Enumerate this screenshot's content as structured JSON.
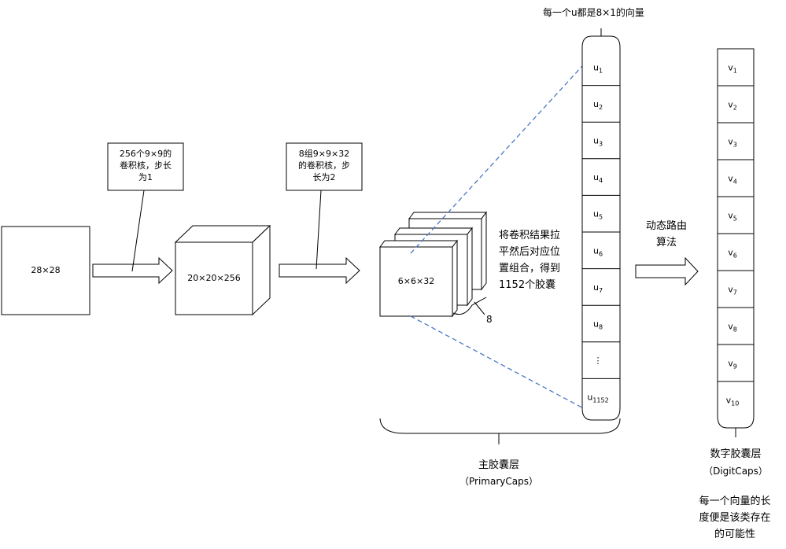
{
  "input_box": {
    "label": "28×28"
  },
  "conv1_note": {
    "text": "256个9×9的\n卷积核，步长\n为1"
  },
  "conv1_cube": {
    "label": "20×20×256"
  },
  "conv2_note": {
    "text": "8组9×9×32\n的卷积核，步\n长为2"
  },
  "primary_stack": {
    "label": "6×6×32",
    "count_label": "8"
  },
  "flatten_text": "将卷积结果拉\n平然后对应位\n置组合，得到\n1152个胶囊",
  "u_vector": {
    "title": "每一个u都是8×1的向量",
    "cells": [
      {
        "base": "u",
        "sub": "1"
      },
      {
        "base": "u",
        "sub": "2"
      },
      {
        "base": "u",
        "sub": "3"
      },
      {
        "base": "u",
        "sub": "4"
      },
      {
        "base": "u",
        "sub": "5"
      },
      {
        "base": "u",
        "sub": "6"
      },
      {
        "base": "u",
        "sub": "7"
      },
      {
        "base": "u",
        "sub": "8"
      },
      {
        "base": "⋮",
        "sub": ""
      },
      {
        "base": "u",
        "sub": "1152"
      }
    ]
  },
  "routing_text": "动态路由\n算法",
  "v_vector": {
    "cells": [
      {
        "base": "v",
        "sub": "1"
      },
      {
        "base": "v",
        "sub": "2"
      },
      {
        "base": "v",
        "sub": "3"
      },
      {
        "base": "v",
        "sub": "4"
      },
      {
        "base": "v",
        "sub": "5"
      },
      {
        "base": "v",
        "sub": "6"
      },
      {
        "base": "v",
        "sub": "7"
      },
      {
        "base": "v",
        "sub": "8"
      },
      {
        "base": "v",
        "sub": "9"
      },
      {
        "base": "v",
        "sub": "10"
      }
    ]
  },
  "primary_caps": {
    "label": "主胶囊层",
    "en": "（PrimaryCaps）"
  },
  "digit_caps": {
    "label": "数字胶囊层",
    "en": "（DigitCaps）"
  },
  "length_note": "每一个向量的长\n度便是该类存在\n的可能性",
  "colors": {
    "line": "#000000",
    "dashed_arrow": "#4a78c4",
    "background": "#ffffff"
  }
}
